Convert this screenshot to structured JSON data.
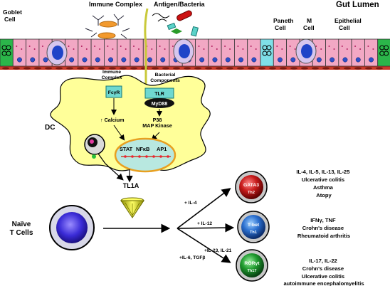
{
  "top_labels": {
    "immune_complex": "Immune Complex",
    "antigen_bacteria": "Antigen/Bacteria",
    "gut_lumen": "Gut Lumen",
    "goblet_cell": [
      "Goblet",
      "Cell"
    ],
    "paneth_cell": [
      "Paneth",
      "Cell"
    ],
    "m_cell": [
      "M",
      "Cell"
    ],
    "epithelial_cell": [
      "Epithelial",
      "Cell"
    ]
  },
  "dc": {
    "label": "DC",
    "immune_complex_label": [
      "Immune",
      "Complex"
    ],
    "bacterial_components_label": [
      "Bacterial",
      "Components"
    ],
    "fcgr_label": "FcγR",
    "tlr_label": "TLR",
    "myd88_label": "MyD88",
    "calcium_label": "↑ Calcium",
    "p38_label": [
      "P38",
      "MAP Kinase"
    ],
    "stat_label": "STAT",
    "nfkb_label": "NFκB",
    "ap1_label": "AP1"
  },
  "tl1a_label": "TL1A",
  "naive": {
    "label": [
      "Naïve",
      "T Cells"
    ]
  },
  "arrows": {
    "il4": "+ IL-4",
    "il12": "+ IL-12",
    "il23": "+IL-23, IL-21",
    "il6": "+IL-6, TGFβ"
  },
  "th_cells": [
    {
      "tf": "GATA3",
      "name": "Th2",
      "color": "#c61a1a",
      "lines": [
        "IL-4, IL-5, IL-13, IL-25",
        "Ulcerative colitis",
        "Asthma",
        "Atopy"
      ]
    },
    {
      "tf": "T-bet",
      "name": "Th1",
      "color": "#2a6fcf",
      "lines": [
        "IFNγ, TNF",
        "Crohn's disease",
        "Rheumatoid arthritis"
      ]
    },
    {
      "tf": "RORγt",
      "name": "Th17",
      "color": "#1f9a2e",
      "lines": [
        "IL-17, IL-22",
        "Crohn's disease",
        "Ulcerative colitis",
        "autoimmune encephalomyelitis"
      ]
    }
  ]
}
